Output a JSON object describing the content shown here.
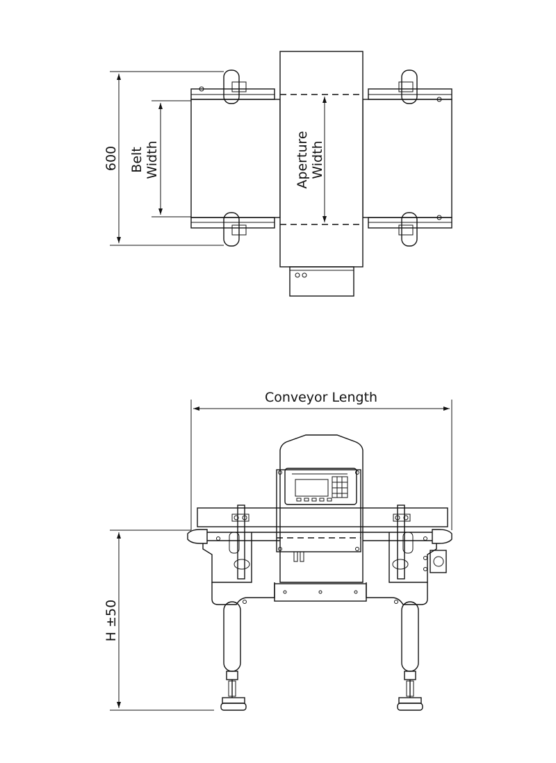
{
  "labels": {
    "overall_height": "600",
    "belt_width_line1": "Belt",
    "belt_width_line2": "Width",
    "aperture_width_line1": "Aperture",
    "aperture_width_line2": "Width",
    "conveyor_length": "Conveyor Length",
    "height": "H ±50"
  }
}
